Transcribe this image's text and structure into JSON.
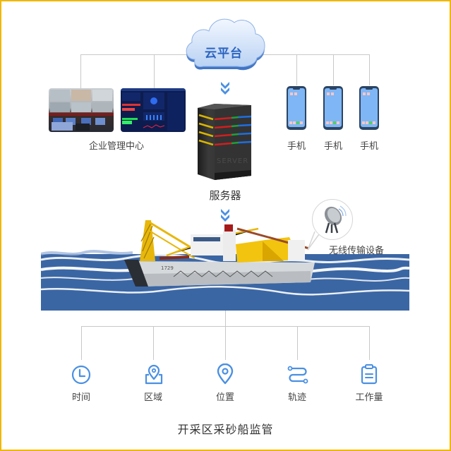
{
  "cloud": {
    "label": "云平台",
    "icon": "cloud-icon"
  },
  "top_left": {
    "label": "企业管理中心",
    "thumbnails": [
      {
        "name": "control-room-photo"
      },
      {
        "name": "dashboard-screenshot"
      }
    ]
  },
  "server": {
    "label": "服务器",
    "icon": "server-icon",
    "engraving": "SERVER"
  },
  "phones": [
    {
      "label": "手机",
      "icon": "phone-icon"
    },
    {
      "label": "手机",
      "icon": "phone-icon"
    },
    {
      "label": "手机",
      "icon": "phone-icon"
    }
  ],
  "vessel": {
    "icon": "dredger-ship-image",
    "hull_number": "1729"
  },
  "wireless": {
    "label": "无线传输设备",
    "icon": "satellite-dish-icon"
  },
  "features": [
    {
      "label": "时间",
      "icon": "clock-icon"
    },
    {
      "label": "区域",
      "icon": "area-map-pin-icon"
    },
    {
      "label": "位置",
      "icon": "location-pin-icon"
    },
    {
      "label": "轨迹",
      "icon": "route-track-icon"
    },
    {
      "label": "工作量",
      "icon": "clipboard-icon"
    }
  ],
  "footer": {
    "title": "开采区采砂船监管"
  },
  "colors": {
    "border": "#f0b800",
    "accent_blue": "#4a90e2",
    "sea_blue": "#3b66a4",
    "connector": "#c8c8c8",
    "cloud_text": "#2a64c0"
  }
}
